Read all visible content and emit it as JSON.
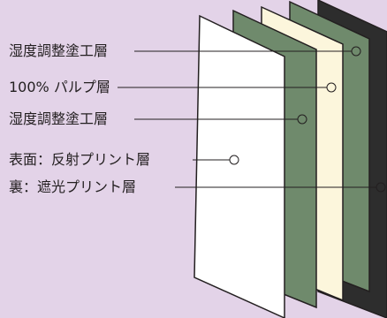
{
  "diagram": {
    "layers": [
      {
        "id": "layer-1",
        "label": "湿度調整塗工層",
        "fill": "#6f8a6c"
      },
      {
        "id": "layer-2",
        "label": "100% パルプ層",
        "fill": "#fcf6dc"
      },
      {
        "id": "layer-3",
        "label": "湿度調整塗工層",
        "fill": "#6f8a6c"
      },
      {
        "id": "layer-4",
        "label": "表面：反射プリント層",
        "fill": "#ffffff"
      },
      {
        "id": "layer-5",
        "label": "裏：遮光プリント層",
        "fill": "#2d2d2d"
      }
    ]
  },
  "colors": {
    "background": "#e3d3e8",
    "outline": "#231f20"
  }
}
